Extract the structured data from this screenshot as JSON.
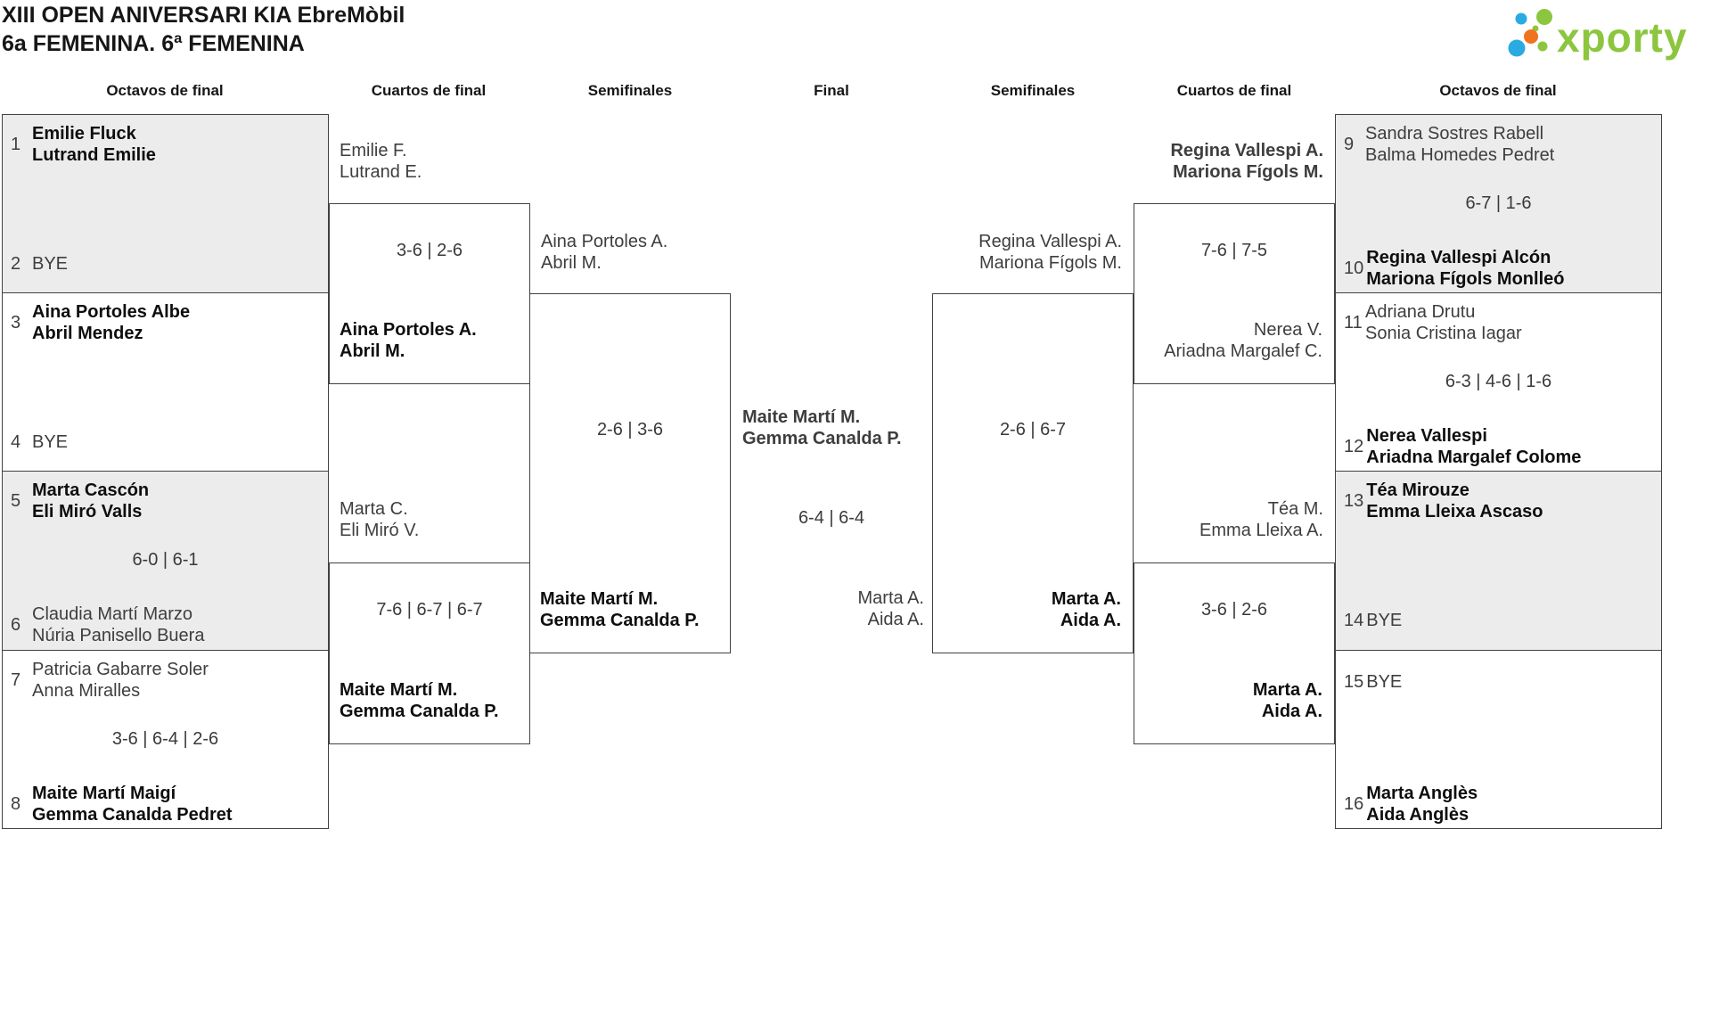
{
  "page": {
    "title_line1": "XIII OPEN ANIVERSARI KIA EbreMòbil",
    "title_line2": "6a FEMENINA. 6ª FEMENINA"
  },
  "logo": {
    "text": "xporty"
  },
  "colors": {
    "accent_green": "#8cc63e",
    "dot_blue": "#29abe2",
    "dot_orange": "#f0731f",
    "box_gray": "#ececec",
    "border": "#414141"
  },
  "headers": [
    "Octavos de final",
    "Cuartos de final",
    "Semifinales",
    "Final",
    "Semifinales",
    "Cuartos de final",
    "Octavos de final"
  ],
  "octavos_left": [
    {
      "gray": true,
      "seed_top": "1",
      "top1": "Emilie Fluck",
      "top2": "Lutrand Emilie",
      "top_bold": true,
      "seed_bottom": "2",
      "bottom1": "BYE",
      "bottom_bye": true
    },
    {
      "gray": false,
      "seed_top": "3",
      "top1": "Aina Portoles Albe",
      "top2": "Abril Mendez",
      "top_bold": true,
      "seed_bottom": "4",
      "bottom1": "BYE",
      "bottom_bye": true
    },
    {
      "gray": true,
      "seed_top": "5",
      "top1": "Marta Cascón",
      "top2": "Eli Miró Valls",
      "top_bold": true,
      "score": "6-0 | 6-1",
      "seed_bottom": "6",
      "bottom1": "Claudia Martí Marzo",
      "bottom2": "Núria Panisello Buera",
      "bottom_bold": false
    },
    {
      "gray": false,
      "seed_top": "7",
      "top1": "Patricia Gabarre Soler",
      "top2": "Anna Miralles",
      "top_bold": false,
      "score": "3-6 | 6-4 | 2-6",
      "seed_bottom": "8",
      "bottom1": "Maite Martí Maigí",
      "bottom2": "Gemma Canalda Pedret",
      "bottom_bold": true
    }
  ],
  "octavos_right": [
    {
      "gray": true,
      "seed_top": "9",
      "top1": "Sandra Sostres Rabell",
      "top2": "Balma Homedes Pedret",
      "top_bold": false,
      "score": "6-7 | 1-6",
      "seed_bottom": "10",
      "bottom1": "Regina Vallespi Alcón",
      "bottom2": "Mariona Fígols Monlleó",
      "bottom_bold": true
    },
    {
      "gray": false,
      "seed_top": "11",
      "top1": "Adriana Drutu",
      "top2": "Sonia Cristina Iagar",
      "top_bold": false,
      "score": "6-3 | 4-6 | 1-6",
      "seed_bottom": "12",
      "bottom1": "Nerea Vallespi",
      "bottom2": "Ariadna Margalef Colome",
      "bottom_bold": true
    },
    {
      "gray": true,
      "seed_top": "13",
      "top1": "Téa Mirouze",
      "top2": "Emma Lleixa Ascaso",
      "top_bold": true,
      "seed_bottom": "14",
      "bottom1": "BYE",
      "bottom_bye": true
    },
    {
      "gray": false,
      "seed_top": "15",
      "top1": "BYE",
      "top_bye": true,
      "seed_bottom": "16",
      "bottom1": "Marta Anglès",
      "bottom2": "Aida Anglès",
      "bottom_bold": true
    }
  ],
  "cuartos_left": [
    {
      "top1": "Emilie F.",
      "top2": "Lutrand E.",
      "top_bold": false,
      "score": "3-6 | 2-6",
      "bottom1": "Aina Portoles A.",
      "bottom2": "Abril M.",
      "bottom_bold": true
    },
    {
      "top1": "Marta C.",
      "top2": "Eli Miró V.",
      "top_bold": false,
      "score": "7-6 | 6-7 | 6-7",
      "bottom1": "Maite Martí M.",
      "bottom2": "Gemma Canalda P.",
      "bottom_bold": true
    }
  ],
  "cuartos_right": [
    {
      "top1": "Regina Vallespi A.",
      "top2": "Mariona Fígols M.",
      "top_bold": true,
      "score": "7-6 | 7-5",
      "bottom1": "Nerea V.",
      "bottom2": "Ariadna Margalef C.",
      "bottom_bold": false
    },
    {
      "top1": "Téa M.",
      "top2": "Emma Lleixa A.",
      "top_bold": false,
      "score": "3-6 | 2-6",
      "bottom1": "Marta A.",
      "bottom2": "Aida A.",
      "bottom_bold": true
    }
  ],
  "semifinal_left": {
    "top1": "Aina Portoles A.",
    "top2": "Abril M.",
    "top_bold": false,
    "score": "2-6 | 3-6",
    "bottom1": "Maite Martí M.",
    "bottom2": "Gemma Canalda P.",
    "bottom_bold": true
  },
  "semifinal_right": {
    "top1": "Regina Vallespi A.",
    "top2": "Mariona Fígols M.",
    "top_bold": false,
    "score": "2-6 | 6-7",
    "bottom1": "Marta A.",
    "bottom2": "Aida A.",
    "bottom_bold": true
  },
  "final": {
    "top1": "Maite Martí M.",
    "top2": "Gemma Canalda P.",
    "top_bold": true,
    "score": "6-4 | 6-4",
    "bottom1": "Marta A.",
    "bottom2": "Aida A.",
    "bottom_bold": false
  }
}
